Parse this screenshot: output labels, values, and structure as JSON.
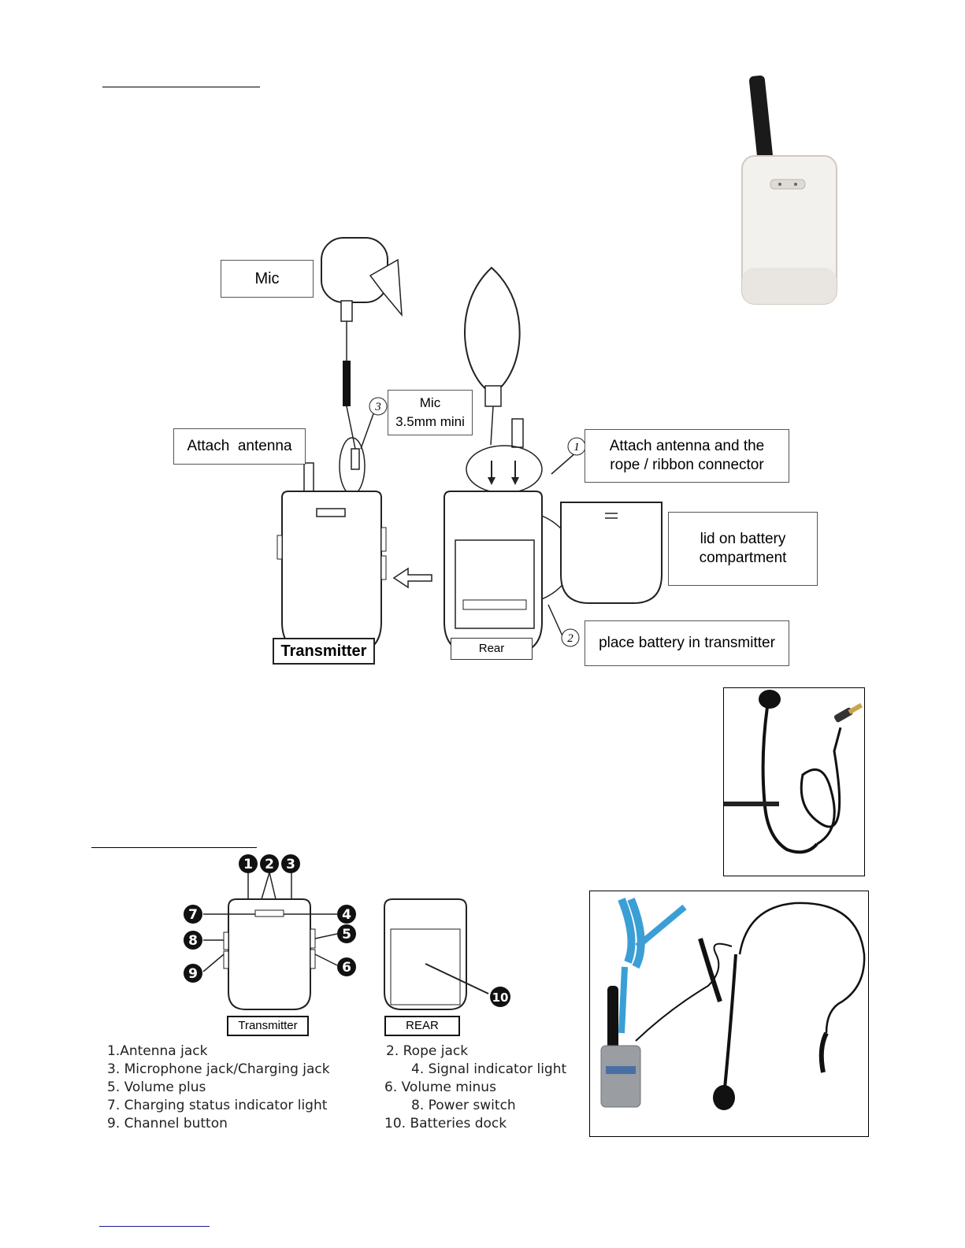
{
  "diagram": {
    "callouts": {
      "mic": "Mic",
      "mic_jack": "Mic\n3.5mm mini",
      "attach_antenna": "Attach  antenna",
      "attach_antenna_rope": "Attach antenna and the\nrope / ribbon connector",
      "lid": "lid on battery\ncompartment",
      "place_battery": "place battery in transmitter",
      "transmitter": "Transmitter",
      "rear": "Rear"
    },
    "step_numbers": [
      "1",
      "2",
      "3"
    ]
  },
  "parts": {
    "markers": [
      "1",
      "2",
      "3",
      "4",
      "5",
      "6",
      "7",
      "8",
      "9",
      "10"
    ],
    "captions": {
      "transmitter": "Transmitter",
      "rear": "REAR"
    },
    "legend_left": [
      "1.Antenna jack",
      "3. Microphone jack/Charging jack",
      "5. Volume plus",
      "7. Charging status indicator light",
      "9. Channel button"
    ],
    "legend_right": [
      "2. Rope jack",
      "4. Signal indicator light",
      "6. Volume minus",
      "8. Power switch",
      "10. Batteries dock"
    ]
  },
  "colors": {
    "lanyard": "#3b9fd6",
    "device": "#f4f2ee",
    "device_gray": "#9a9ea3"
  }
}
